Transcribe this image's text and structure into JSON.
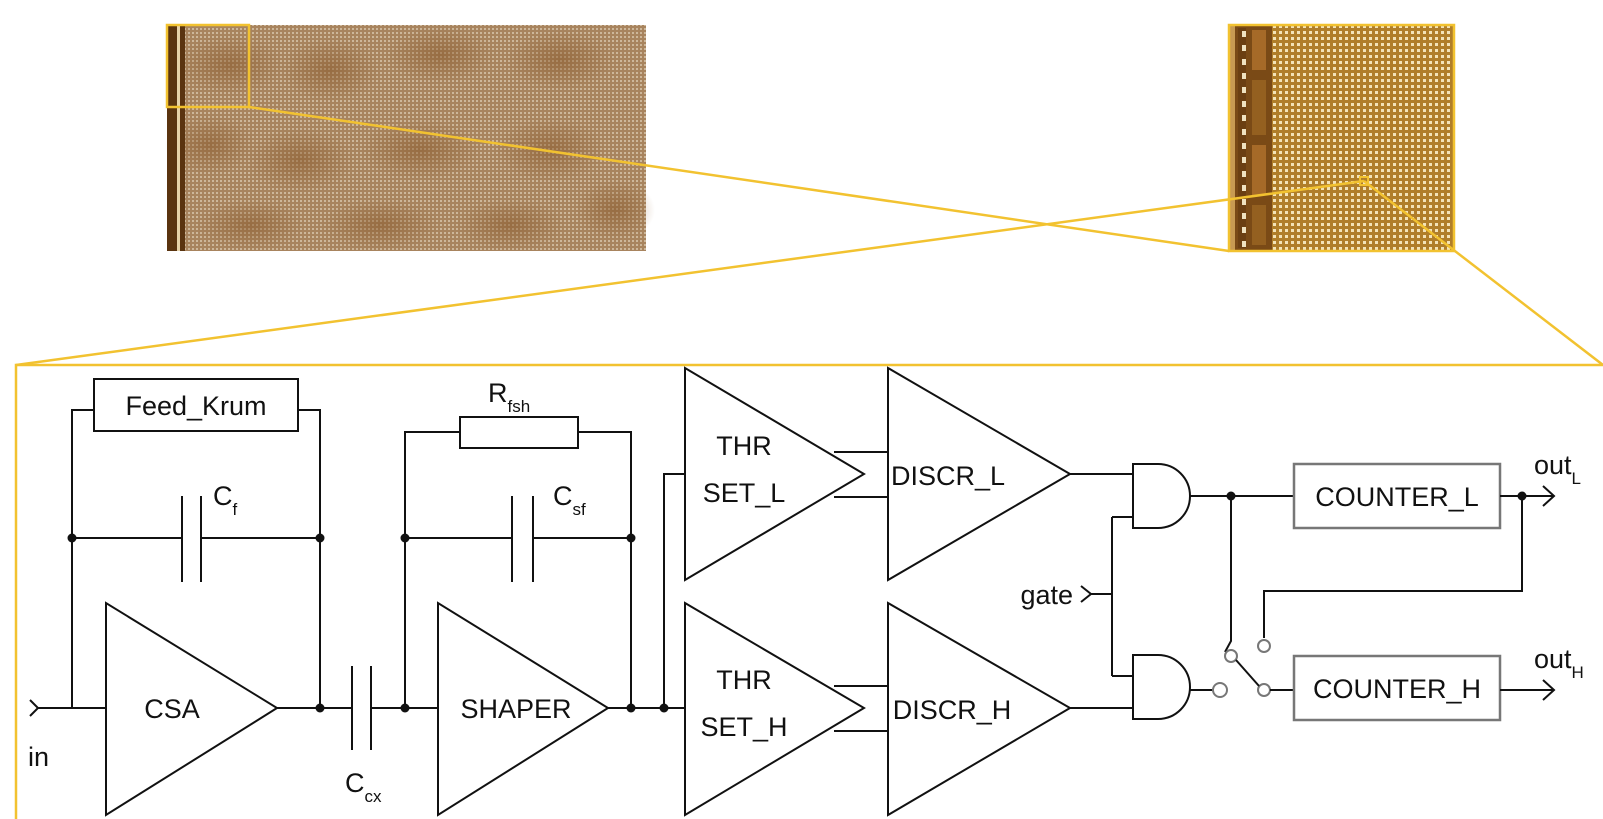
{
  "photos": {
    "left_crop": {
      "kind": "chip-micrograph-zoom",
      "base_color": "#b08a62"
    },
    "right_die": {
      "kind": "chip-die-micrograph",
      "base_color": "#b3892f"
    }
  },
  "colors": {
    "zoom_frame": "#f2c230",
    "wire": "#111111",
    "counter_border": "#777777"
  },
  "schematic": {
    "input": {
      "label": "in"
    },
    "feedback_block": {
      "label": "Feed_Krum"
    },
    "cf": {
      "main": "C",
      "sub": "f"
    },
    "csa": {
      "label": "CSA"
    },
    "ccx": {
      "main": "C",
      "sub": "cx"
    },
    "rfsh": {
      "main": "R",
      "sub": "fsh"
    },
    "csf": {
      "main": "C",
      "sub": "sf"
    },
    "shaper": {
      "label": "SHAPER"
    },
    "thr_l": {
      "line1": "THR",
      "line2": "SET_L"
    },
    "thr_h": {
      "line1": "THR",
      "line2": "SET_H"
    },
    "discr_l": {
      "label": "DISCR_L"
    },
    "discr_h": {
      "label": "DISCR_H"
    },
    "gate": {
      "label": "gate"
    },
    "counter_l": {
      "label": "COUNTER_L"
    },
    "counter_h": {
      "label": "COUNTER_H"
    },
    "out_l": {
      "main": "out",
      "sub": "L"
    },
    "out_h": {
      "main": "out",
      "sub": "H"
    }
  }
}
